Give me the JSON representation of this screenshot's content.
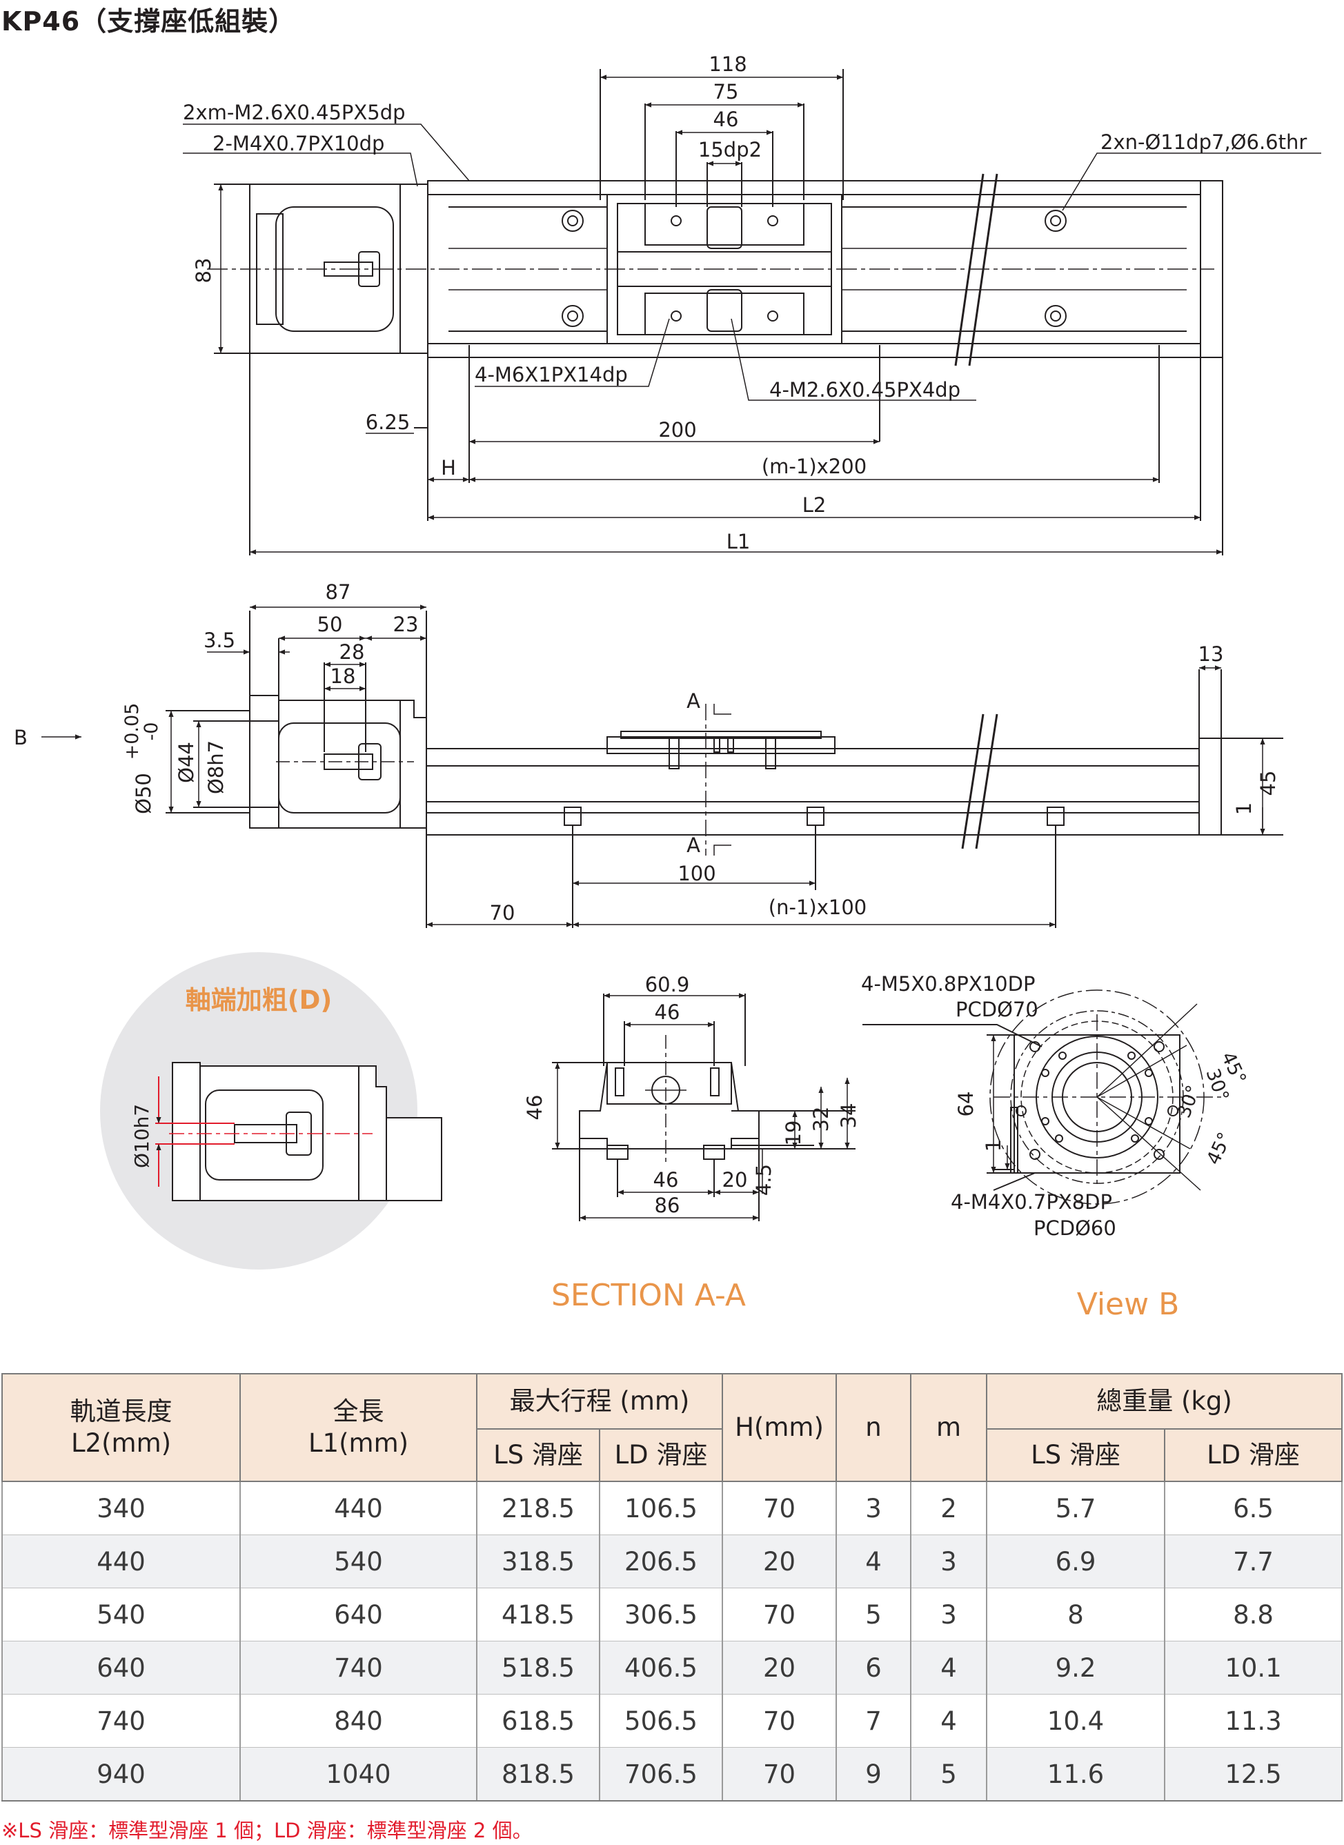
{
  "title": "KP46（支撐座低組裝）",
  "top_view": {
    "dims": {
      "d118": "118",
      "d75": "75",
      "d46": "46",
      "d15dp2": "15dp2",
      "d83": "83",
      "d6_25": "6.25",
      "d200": "200",
      "dH": "H",
      "dm1x200": "(m-1)x200",
      "dL2": "L2",
      "dL1": "L1"
    },
    "callouts": {
      "m2_6_5dp": "2xm-M2.6X0.45PX5dp",
      "m4_10dp": "2-M4X0.7PX10dp",
      "holes": "2xn-Ø11dp7,Ø6.6thr",
      "m6_14dp": "4-M6X1PX14dp",
      "m2_6_4dp": "4-M2.6X0.45PX4dp"
    }
  },
  "side_view": {
    "dims": {
      "d87": "87",
      "d50": "50",
      "d23": "23",
      "d28": "28",
      "d18": "18",
      "d3_5": "3.5",
      "d13": "13",
      "d45": "45",
      "d1": "1",
      "d100": "100",
      "d70": "70",
      "dn1x100": "(n-1)x100",
      "phi50": "Ø50",
      "tol_plus": "+0.05",
      "tol_minus": "-0",
      "phi44": "Ø44",
      "phi8": "Ø8h7",
      "B": "B",
      "A_top": "A",
      "A_bottom": "A"
    }
  },
  "detail": {
    "title": "軸端加粗(D)",
    "phi10": "Ø10h7"
  },
  "section": {
    "title": "SECTION A-A",
    "dims": {
      "d60_9": "60.9",
      "d46_top": "46",
      "d46_h": "46",
      "d19": "19",
      "d32": "32",
      "d34": "34",
      "d4_5": "4.5",
      "d46_bottom": "46",
      "d20": "20",
      "d86": "86"
    }
  },
  "view_b": {
    "title": "View B",
    "callouts": {
      "m5_top": "4-M5X0.8PX10DP",
      "pcd70": "PCDØ70",
      "m4_bottom": "4-M4X0.7PX8DP",
      "pcd60": "PCDØ60"
    },
    "dims": {
      "d64": "64",
      "d1": "1",
      "a45_top": "45°",
      "a30_top": "30°",
      "a30_bot": "30°",
      "a45_bot": "45°"
    }
  },
  "table": {
    "headers": {
      "rail_length": [
        "軌道長度",
        "L2(mm)"
      ],
      "total_length": [
        "全長",
        "L1(mm)"
      ],
      "max_stroke": "最大行程 (mm)",
      "ls": "LS 滑座",
      "ld": "LD 滑座",
      "h": "H(mm)",
      "n": "n",
      "m": "m",
      "weight": "總重量 (kg)",
      "ls_w": "LS 滑座",
      "ld_w": "LD 滑座"
    },
    "rows": [
      [
        "340",
        "440",
        "218.5",
        "106.5",
        "70",
        "3",
        "2",
        "5.7",
        "6.5"
      ],
      [
        "440",
        "540",
        "318.5",
        "206.5",
        "20",
        "4",
        "3",
        "6.9",
        "7.7"
      ],
      [
        "540",
        "640",
        "418.5",
        "306.5",
        "70",
        "5",
        "3",
        "8",
        "8.8"
      ],
      [
        "640",
        "740",
        "518.5",
        "406.5",
        "20",
        "6",
        "4",
        "9.2",
        "10.1"
      ],
      [
        "740",
        "840",
        "618.5",
        "506.5",
        "70",
        "7",
        "4",
        "10.4",
        "11.3"
      ],
      [
        "940",
        "1040",
        "818.5",
        "706.5",
        "70",
        "9",
        "5",
        "11.6",
        "12.5"
      ]
    ]
  },
  "footnote": "※LS 滑座：標準型滑座 1 個；LD 滑座：標準型滑座 2 個。"
}
